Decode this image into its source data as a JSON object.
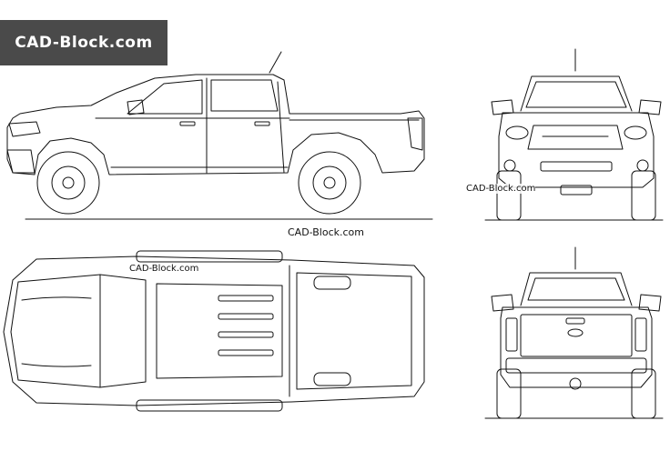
{
  "brand": {
    "logo_text": "CAD-Block.com"
  },
  "watermarks": {
    "side_view": "CAD-Block.com",
    "front_view": "CAD-Block.com",
    "top_view": "CAD-Block.com"
  },
  "colors": {
    "logo_bg": "#4a4a4a",
    "logo_text": "#ffffff",
    "line": "#111111",
    "background": "#ffffff"
  }
}
